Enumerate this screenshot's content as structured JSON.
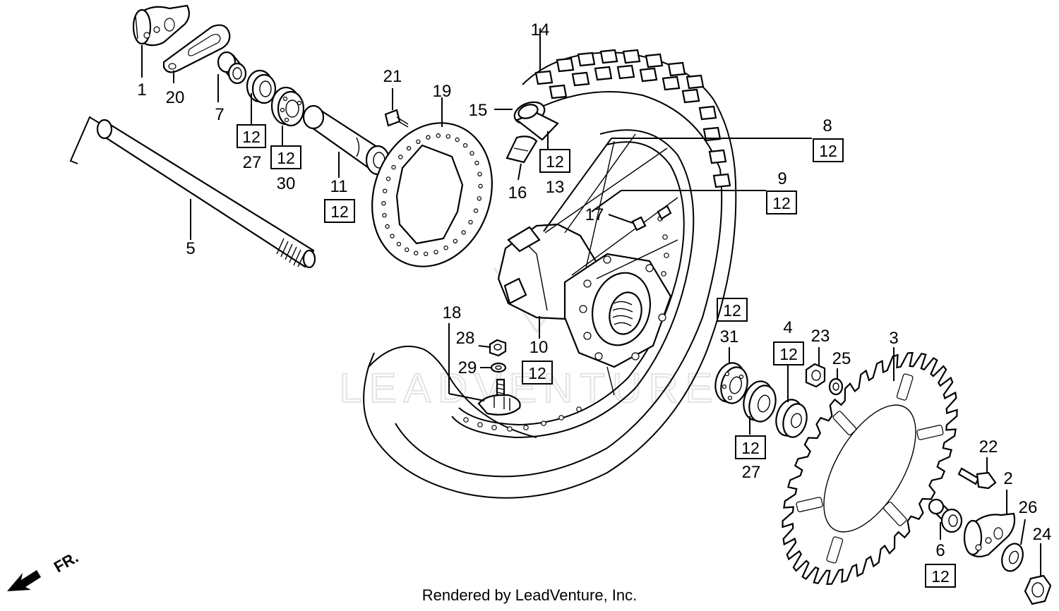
{
  "diagram": {
    "footer": "Rendered by LeadVenture, Inc.",
    "watermark": "LEADVENTURE",
    "direction_label": "FR.",
    "ref_numbers": {
      "n1": "1",
      "n2": "2",
      "n3": "3",
      "n4": "4",
      "n5": "5",
      "n6": "6",
      "n7": "7",
      "n8": "8",
      "n9": "9",
      "n10": "10",
      "n11": "11",
      "n13": "13",
      "n14": "14",
      "n15": "15",
      "n16": "16",
      "n17": "17",
      "n18": "18",
      "n19": "19",
      "n20": "20",
      "n21": "21",
      "n22": "22",
      "n23": "23",
      "n24": "24",
      "n25": "25",
      "n26": "26",
      "n27": "27",
      "n27b": "27",
      "n28": "28",
      "n29": "29",
      "n30": "30",
      "n31": "31"
    },
    "boxed_ref": "12"
  }
}
